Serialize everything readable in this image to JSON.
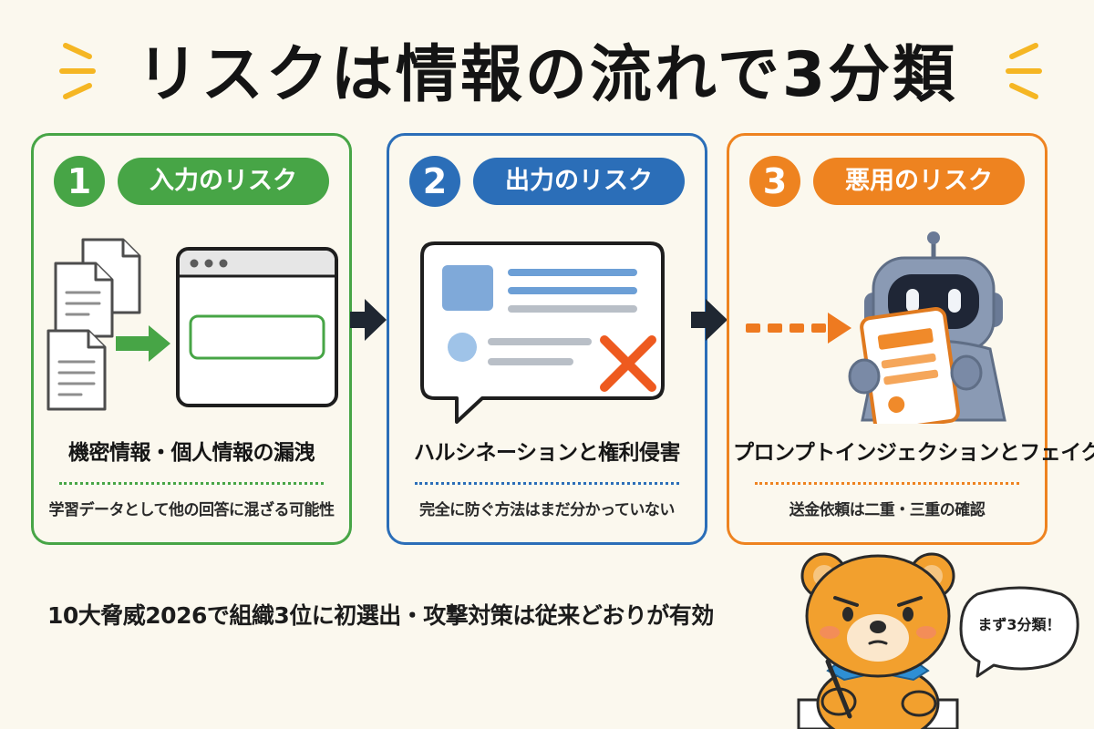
{
  "title": "リスクは情報の流れで3分類",
  "colors": {
    "input": "#47a546",
    "output": "#2b6eb8",
    "misuse": "#ee8320"
  },
  "panels": [
    {
      "number": "1",
      "label": "入力のリスク",
      "heading": "機密情報・個人情報の漏洩",
      "subtext": "学習データとして他の回答に混ざる可能性"
    },
    {
      "number": "2",
      "label": "出力のリスク",
      "heading": "ハルシネーションと権利侵害",
      "subtext": "完全に防ぐ方法はまだ分かっていない"
    },
    {
      "number": "3",
      "label": "悪用のリスク",
      "heading": "プロンプトインジェクションとフェイク",
      "subtext": "送金依頼は二重・三重の確認"
    }
  ],
  "footer": "10大脅威2026で組織3位に初選出・攻撃対策は従来どおりが有効",
  "mascot": {
    "speech": "まず3分類！"
  },
  "icons": [
    "documents-icon",
    "browser-window-icon",
    "arrow-right-icon",
    "chat-bubble-icon",
    "x-mark-icon",
    "robot-icon",
    "dashed-arrow-icon",
    "bear-mascot-icon"
  ]
}
